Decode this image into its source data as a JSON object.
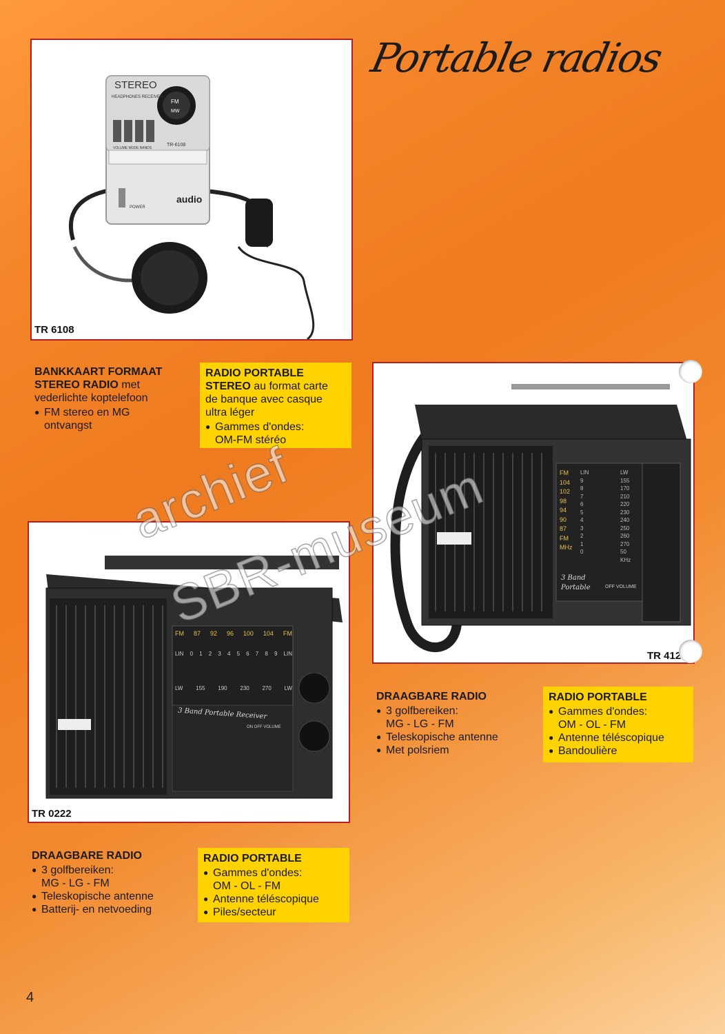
{
  "page_title": "Portable radios",
  "page_number": "4",
  "watermark": {
    "line1": "archief",
    "line2": "SBR-museum"
  },
  "products": {
    "tr6108": {
      "label": "TR 6108",
      "device_text": {
        "stereo": "STEREO",
        "sub": "HEADPHONES RECEIVER",
        "model": "TR-6108",
        "brand": "audio",
        "power": "POWER",
        "controls": "VOLUME  MODE  BANDS",
        "dial_fm": "FM",
        "dial_mw": "MW"
      },
      "nl": {
        "head1": "BANKKAART FORMAAT",
        "head2": "STEREO RADIO",
        "head2_rest": " met",
        "line3": "vederlichte koptelefoon",
        "bullets": [
          "FM stereo en MG ontvangst"
        ]
      },
      "fr": {
        "head1": "RADIO PORTABLE",
        "head2": "STEREO",
        "head2_rest": " au format carte",
        "line3": "de banque avec casque",
        "line4": "ultra léger",
        "bullets": [
          "Gammes d'ondes: OM-FM stéréo"
        ]
      }
    },
    "tr412": {
      "label": "TR 412",
      "device_text": {
        "brand": "3 Band Portable",
        "fm": "FM",
        "lin": "LIN",
        "lw": "LW",
        "mhz": "MHz",
        "khz": "KHz",
        "controls": "OFF  VOLUME",
        "fm_scale": [
          "104",
          "102",
          "98",
          "94",
          "90",
          "87",
          "FM"
        ],
        "lw_scale": [
          "155",
          "170",
          "210",
          "220",
          "230",
          "240",
          "250",
          "260",
          "270",
          "50"
        ],
        "lin_scale": [
          "9",
          "8",
          "7",
          "6",
          "5",
          "4",
          "3",
          "2",
          "1",
          "0"
        ]
      },
      "nl": {
        "head": "DRAAGBARE RADIO",
        "bullets": [
          "3 golfbereiken: MG - LG - FM",
          "Teleskopische antenne",
          "Met polsriem"
        ]
      },
      "fr": {
        "head": "RADIO PORTABLE",
        "bullets": [
          "Gammes d'ondes: OM - OL - FM",
          "Antenne téléscopique",
          "Bandoulière"
        ]
      }
    },
    "tr0222": {
      "label": "TR 0222",
      "device_text": {
        "brand": "3 Band Portable Receiver",
        "controls": "ON OFF  VOLUME",
        "fm_row": [
          "FM",
          "87",
          "92",
          "96",
          "100",
          "104",
          "FM"
        ],
        "lin_row": [
          "LIN",
          "0",
          "1",
          "2",
          "3",
          "4",
          "5",
          "6",
          "7",
          "8",
          "9",
          "LIN"
        ],
        "lw_row": [
          "LW",
          "155",
          "190",
          "230",
          "270",
          "LW"
        ]
      },
      "nl": {
        "head": "DRAAGBARE RADIO",
        "bullets": [
          "3 golfbereiken: MG - LG - FM",
          "Teleskopische antenne",
          "Batterij- en netvoeding"
        ]
      },
      "fr": {
        "head": "RADIO PORTABLE",
        "bullets": [
          "Gammes d'ondes: OM - OL - FM",
          "Antenne téléscopique",
          "Piles/secteur"
        ]
      }
    }
  }
}
